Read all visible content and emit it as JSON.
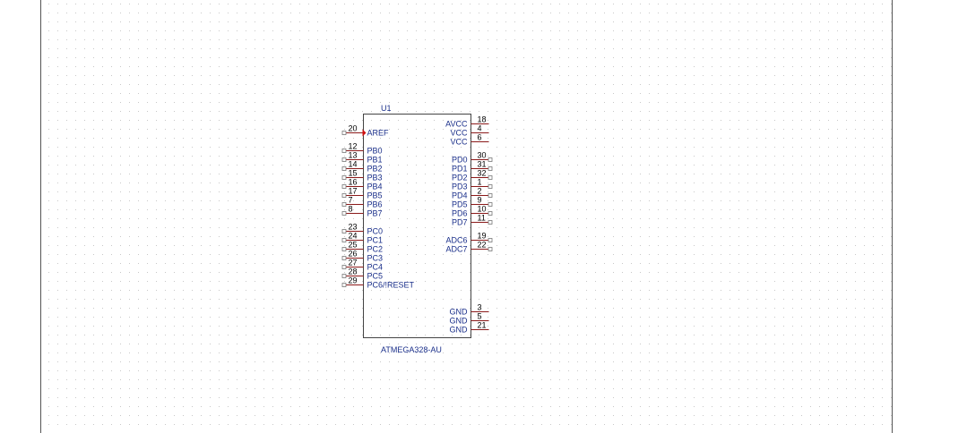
{
  "schematic": {
    "component": {
      "designator": "U1",
      "part_name": "ATMEGA328-AU",
      "left_pins": [
        {
          "name": "AREF",
          "number": "20",
          "clock": true
        },
        {
          "name": "PB0",
          "number": "12"
        },
        {
          "name": "PB1",
          "number": "13"
        },
        {
          "name": "PB2",
          "number": "14"
        },
        {
          "name": "PB3",
          "number": "15"
        },
        {
          "name": "PB4",
          "number": "16"
        },
        {
          "name": "PB5",
          "number": "17"
        },
        {
          "name": "PB6",
          "number": "7"
        },
        {
          "name": "PB7",
          "number": "8"
        },
        {
          "name": "PC0",
          "number": "23"
        },
        {
          "name": "PC1",
          "number": "24"
        },
        {
          "name": "PC2",
          "number": "25"
        },
        {
          "name": "PC3",
          "number": "26"
        },
        {
          "name": "PC4",
          "number": "27"
        },
        {
          "name": "PC5",
          "number": "28"
        },
        {
          "name": "PC6/!RESET",
          "number": "29"
        }
      ],
      "right_pins": [
        {
          "name": "AVCC",
          "number": "18"
        },
        {
          "name": "VCC",
          "number": "4"
        },
        {
          "name": "VCC",
          "number": "6"
        },
        {
          "name": "PD0",
          "number": "30"
        },
        {
          "name": "PD1",
          "number": "31"
        },
        {
          "name": "PD2",
          "number": "32"
        },
        {
          "name": "PD3",
          "number": "1"
        },
        {
          "name": "PD4",
          "number": "2"
        },
        {
          "name": "PD5",
          "number": "9"
        },
        {
          "name": "PD6",
          "number": "10"
        },
        {
          "name": "PD7",
          "number": "11"
        },
        {
          "name": "ADC6",
          "number": "19"
        },
        {
          "name": "ADC7",
          "number": "22"
        },
        {
          "name": "GND",
          "number": "3"
        },
        {
          "name": "GND",
          "number": "5"
        },
        {
          "name": "GND",
          "number": "21"
        }
      ]
    },
    "colors": {
      "background": "#ffffff",
      "grid_dot": "#c8c8c8",
      "sheet_border": "#555555",
      "body_outline": "#444444",
      "pin_line": "#8b1a1a",
      "pin_label": "#1a2f8a",
      "pin_number": "#000000",
      "clock_marker": "#d01010"
    }
  }
}
